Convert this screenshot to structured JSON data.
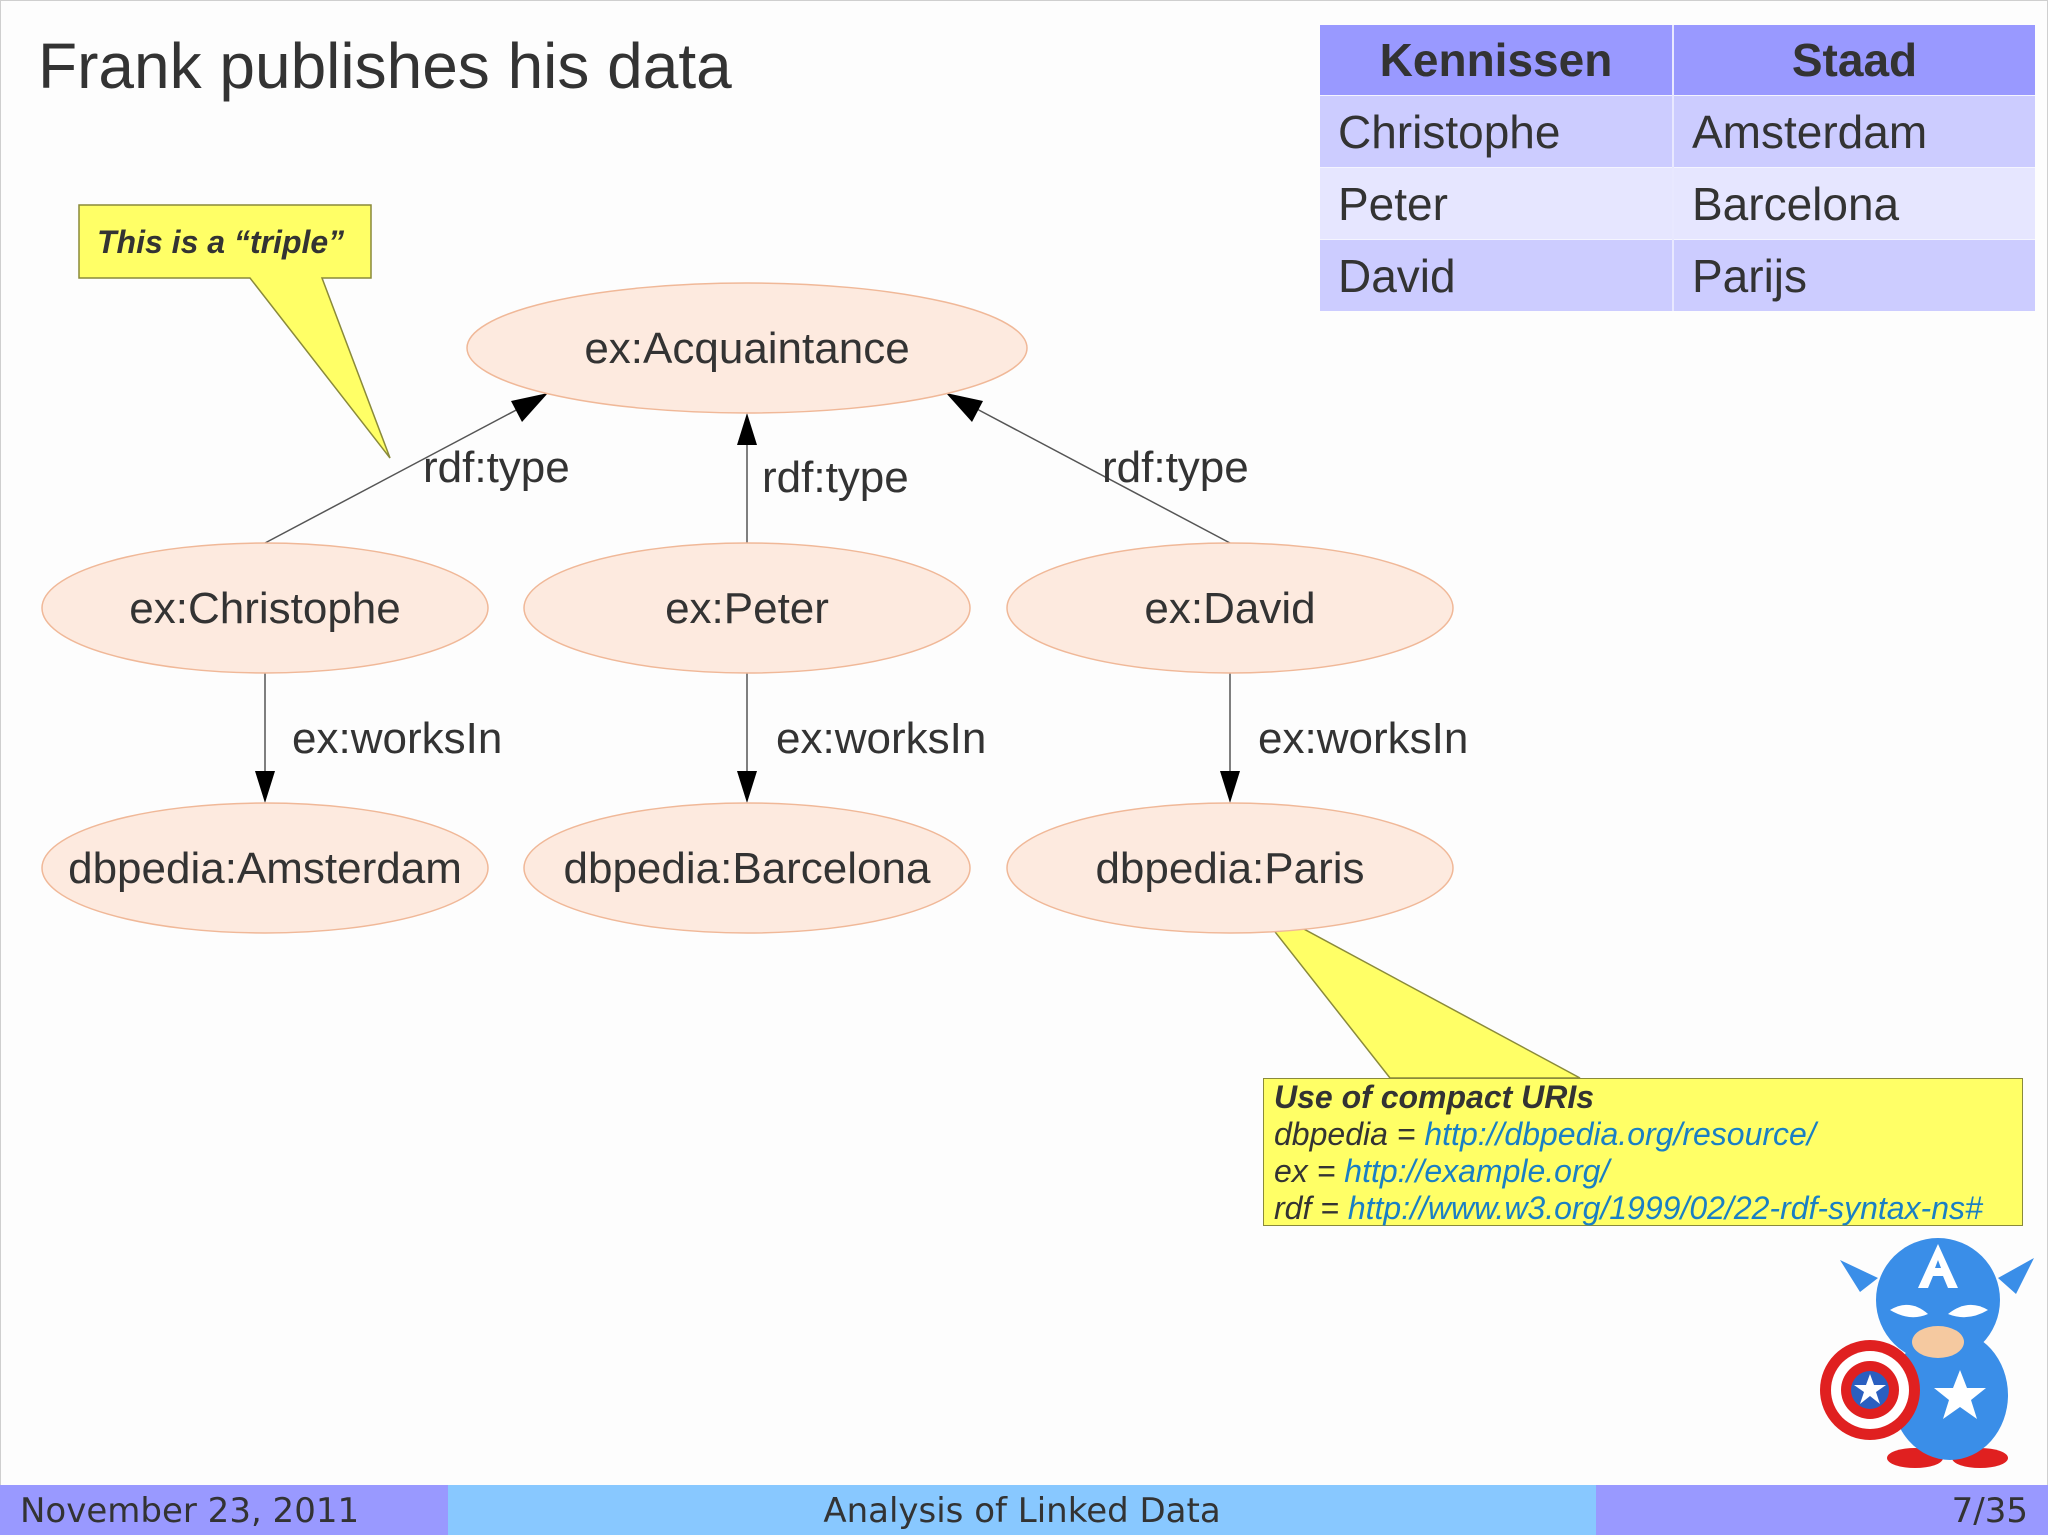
{
  "slide": {
    "title": "Frank publishes his data"
  },
  "table": {
    "headers": [
      "Kennissen",
      "Staad"
    ],
    "rows": [
      [
        "Christophe",
        "Amsterdam"
      ],
      [
        "Peter",
        "Barcelona"
      ],
      [
        "David",
        "Parijs"
      ]
    ]
  },
  "diagram": {
    "nodes": {
      "acquaintance": "ex:Acquaintance",
      "christophe": "ex:Christophe",
      "peter": "ex:Peter",
      "david": "ex:David",
      "amsterdam": "dbpedia:Amsterdam",
      "barcelona": "dbpedia:Barcelona",
      "paris": "dbpedia:Paris"
    },
    "edges": {
      "type_label": "rdf:type",
      "works_in_label": "ex:worksIn"
    },
    "colors": {
      "node_fill": "#fdeadf",
      "node_stroke": "#f0b898",
      "callout_fill": "#ffff66"
    }
  },
  "triple_callout": {
    "text": "This is a “triple”"
  },
  "note": {
    "heading": "Use of compact URIs",
    "lines": [
      {
        "prefix": "dbpedia = ",
        "uri": "http://dbpedia.org/resource/"
      },
      {
        "prefix": "ex = ",
        "uri": "http://example.org/"
      },
      {
        "prefix": "rdf = ",
        "uri": "http://www.w3.org/1999/02/22-rdf-syntax-ns#"
      }
    ]
  },
  "footer": {
    "date": "November 23, 2011",
    "title": "Analysis of Linked Data",
    "page": "7/35"
  },
  "mascot": {
    "icon": "captain-america-mascot-icon"
  }
}
